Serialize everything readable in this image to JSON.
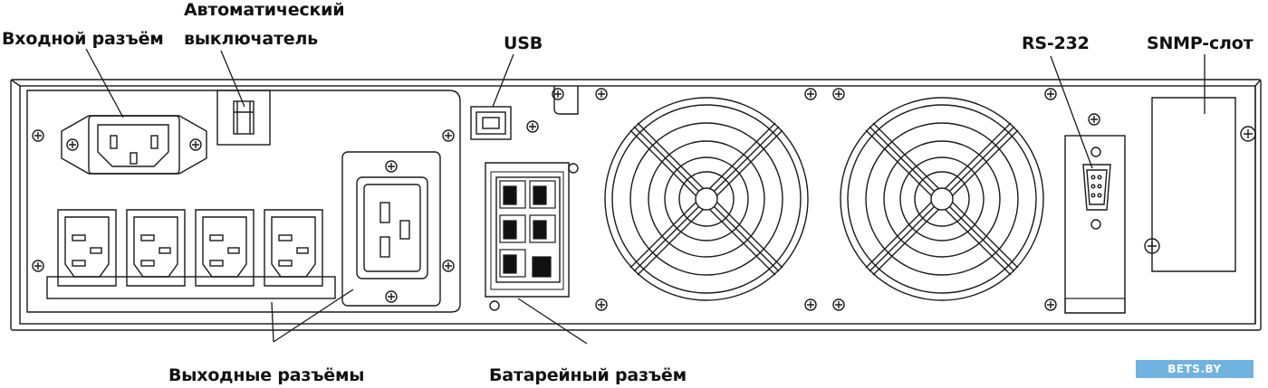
{
  "labels": {
    "input_connector": "Входной разъём",
    "circuit_breaker_line1": "Автоматический",
    "circuit_breaker_line2": "выключатель",
    "usb": "USB",
    "rs232": "RS-232",
    "snmp_slot": "SNMP-слот",
    "output_connectors": "Выходные разъёмы",
    "battery_connector": "Батарейный разъём"
  },
  "watermark": "BETS.BY",
  "colors": {
    "line": "#1a1a1a",
    "background": "#ffffff",
    "watermark_bg": "#6fb3e0",
    "black_socket": "#111111"
  }
}
